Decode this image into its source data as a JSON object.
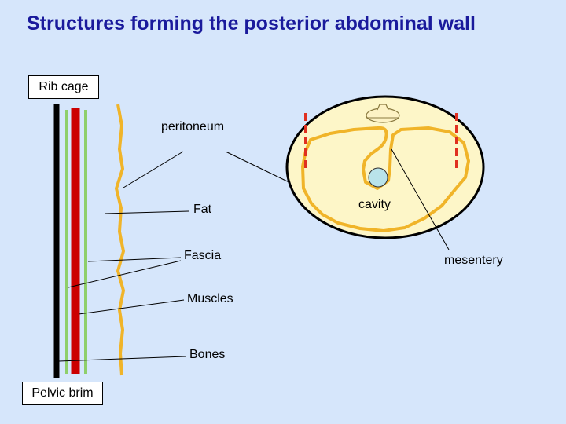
{
  "title": "Structures forming the posterior abdominal wall",
  "labels": {
    "rib_cage": "Rib cage",
    "pelvic_brim": "Pelvic brim",
    "peritoneum": "peritoneum",
    "fat": "Fat",
    "fascia": "Fascia",
    "muscles": "Muscles",
    "bones": "Bones",
    "cavity": "cavity",
    "mesentery": "mesentery"
  },
  "colors": {
    "background": "#d6e6fb",
    "title": "#1a1a9c",
    "bone": "#000000",
    "muscle": "#cc0000",
    "fascia": "#8fcf6a",
    "peritoneum": "#f0b429",
    "cavity_fill": "#fdf6c8",
    "vertebra_fill": "#fdf2c4",
    "vessel_fill": "#b9e3ea",
    "dash": "#e03020"
  }
}
